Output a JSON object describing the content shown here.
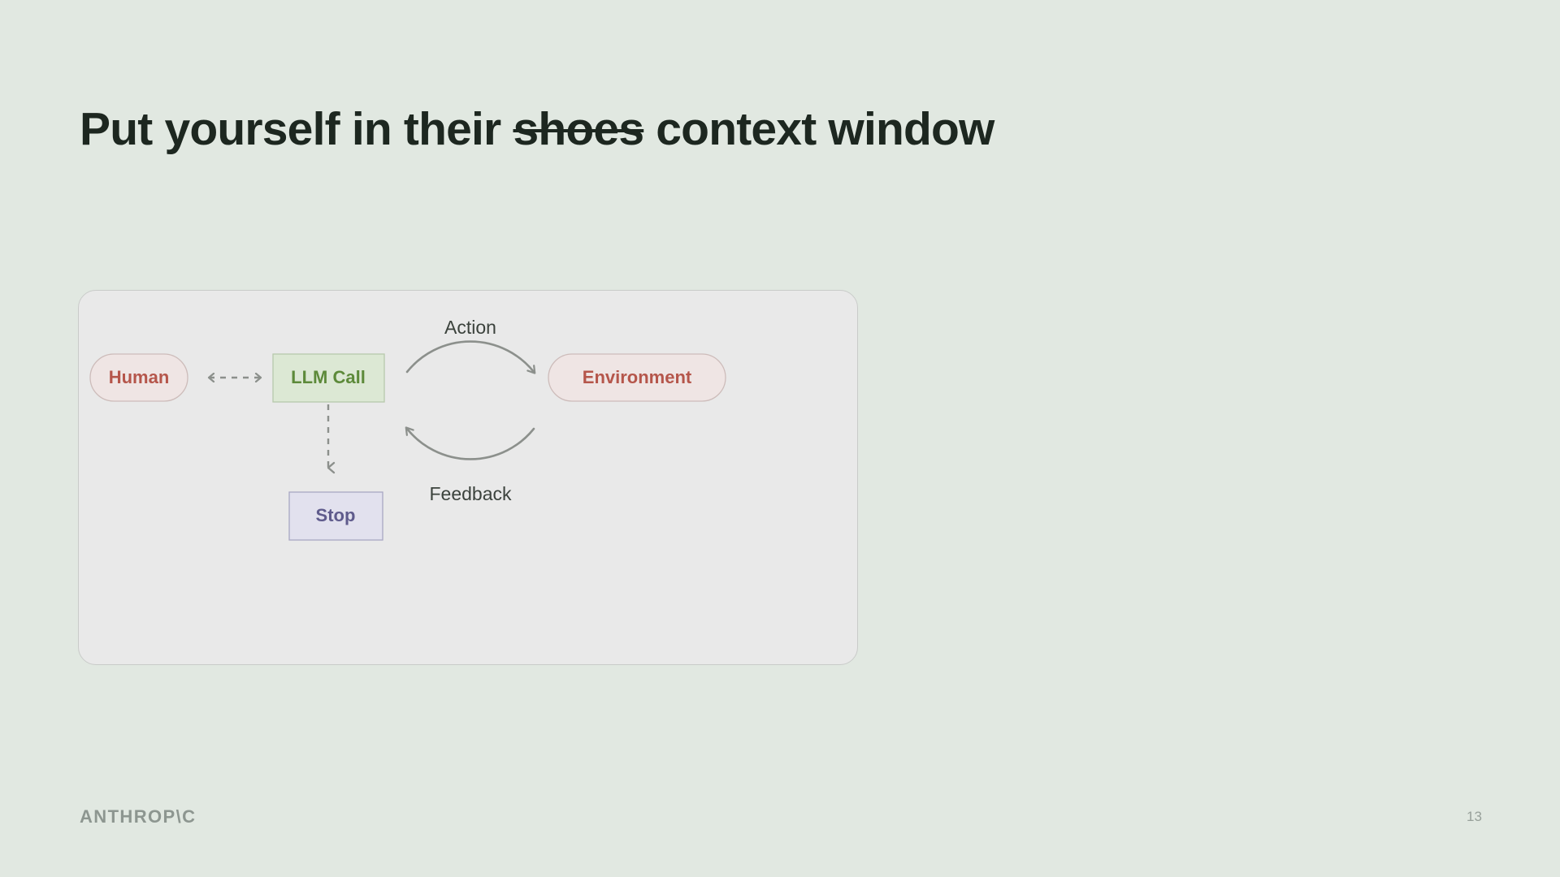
{
  "slide": {
    "title_part1": "Put yourself in their ",
    "title_struck": "shoes",
    "title_part2": " context window",
    "page_number": "13",
    "brand": "ANTHROP\\C",
    "background_color": "#e1e8e1",
    "title_color": "#1d2720"
  },
  "diagram": {
    "panel_fill": "#e9e9e9",
    "panel_border": "#c9cbc9",
    "nodes": [
      {
        "id": "human",
        "label": "Human",
        "shape": "stadium",
        "fill": "#efe5e4",
        "stroke": "#cdbcba",
        "text_color": "#b5564b"
      },
      {
        "id": "llm-call",
        "label": "LLM Call",
        "shape": "rect",
        "fill": "#dce8d4",
        "stroke": "#b7c9ac",
        "text_color": "#5d8a3a"
      },
      {
        "id": "environment",
        "label": "Environment",
        "shape": "stadium",
        "fill": "#efe5e4",
        "stroke": "#cdbcba",
        "text_color": "#b5564b"
      },
      {
        "id": "stop",
        "label": "Stop",
        "shape": "rect",
        "fill": "#e2e1ee",
        "stroke": "#a9a7c4",
        "text_color": "#5f5b8c"
      }
    ],
    "edges": [
      {
        "id": "human-llm",
        "from": "human",
        "to": "llm-call",
        "label": "",
        "style": "dashed",
        "direction": "bidirectional"
      },
      {
        "id": "action",
        "from": "llm-call",
        "to": "environment",
        "label": "Action",
        "style": "solid-curve",
        "direction": "forward"
      },
      {
        "id": "feedback",
        "from": "environment",
        "to": "llm-call",
        "label": "Feedback",
        "style": "solid-curve",
        "direction": "forward"
      },
      {
        "id": "llm-stop",
        "from": "llm-call",
        "to": "stop",
        "label": "",
        "style": "dashed",
        "direction": "forward"
      }
    ],
    "edge_color": "#8c908c"
  }
}
